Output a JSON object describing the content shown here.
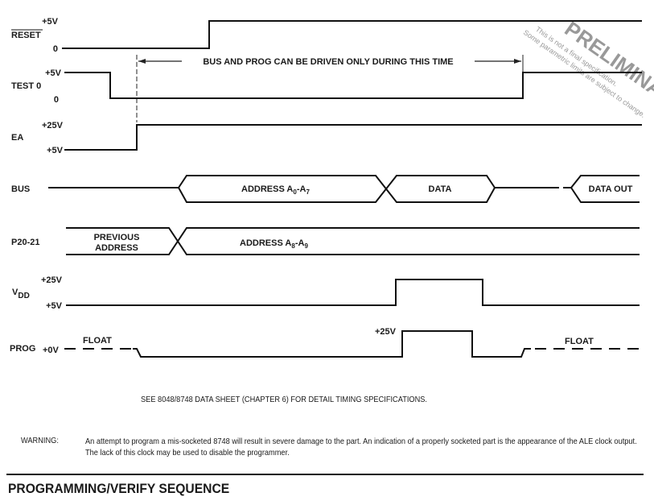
{
  "signals": {
    "reset": {
      "name": "RESET",
      "high": "+5V",
      "low": "0"
    },
    "test0": {
      "name": "TEST 0",
      "high": "+5V",
      "low": "0"
    },
    "ea": {
      "name": "EA",
      "high": "+25V",
      "low": "+5V"
    },
    "bus": {
      "name": "BUS",
      "address": "ADDRESS A",
      "addr_sub1": "0",
      "addr_dash": "-A",
      "addr_sub2": "7",
      "data": "DATA",
      "data_out": "DATA OUT"
    },
    "p20": {
      "name": "P20-21",
      "prev1": "PREVIOUS",
      "prev2": "ADDRESS",
      "address": "ADDRESS A",
      "addr_sub1": "8",
      "addr_dash": "-A",
      "addr_sub2": "9"
    },
    "vdd": {
      "name": "V",
      "name_sub": "DD",
      "high": "+25V",
      "low": "+5V"
    },
    "prog": {
      "name": "PROG",
      "low": "+0V",
      "high": "+25V",
      "float_left": "FLOAT",
      "float_right": "FLOAT"
    }
  },
  "window_label": "BUS AND PROG CAN BE DRIVEN ONLY DURING THIS TIME",
  "watermark": {
    "title": "PRELIMINARY",
    "line1": "This is not a final specification.",
    "line2": "Some parametric limits are subject to change."
  },
  "notes": {
    "see": "SEE 8048/8748 DATA SHEET (CHAPTER 6) FOR DETAIL TIMING SPECIFICATIONS.",
    "warning_label": "WARNING:",
    "warning_text": "An attempt to program a mis-socketed 8748 will result in severe damage to the part. An indication of a properly socketed part is the appearance of the ALE clock output. The lack of this clock may be used to disable the programmer."
  },
  "section_title": "PROGRAMMING/VERIFY SEQUENCE"
}
